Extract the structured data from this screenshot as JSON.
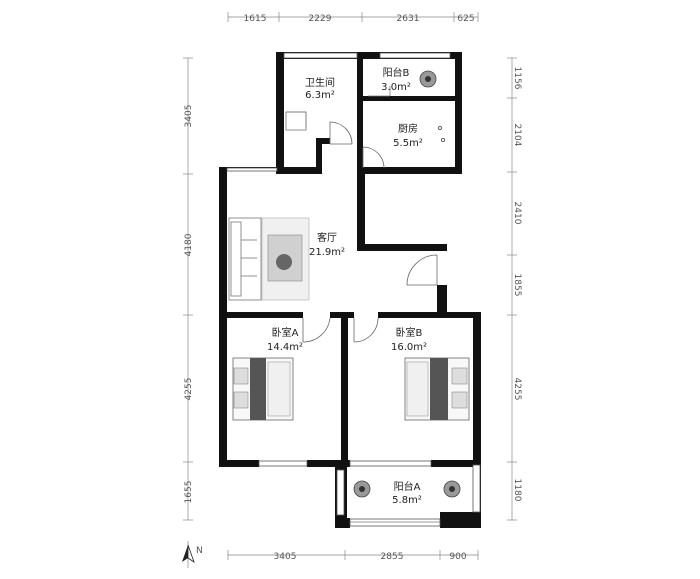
{
  "rooms": {
    "bathroom": {
      "name": "卫生间",
      "area": "6.3m²"
    },
    "balcony_b": {
      "name": "阳台B",
      "area": "3.0m²"
    },
    "kitchen": {
      "name": "厨房",
      "area": "5.5m²"
    },
    "living": {
      "name": "客厅",
      "area": "21.9m²"
    },
    "bedroom_a": {
      "name": "卧室A",
      "area": "14.4m²"
    },
    "bedroom_b": {
      "name": "卧室B",
      "area": "16.0m²"
    },
    "balcony_a": {
      "name": "阳台A",
      "area": "5.8m²"
    }
  },
  "dimensions": {
    "top": [
      "1615",
      "2229",
      "2631",
      "625"
    ],
    "bottom": [
      "3405",
      "2855",
      "900"
    ],
    "left": [
      "3405",
      "4180",
      "4255",
      "1655"
    ],
    "right": [
      "1156",
      "2104",
      "2410",
      "1855",
      "4255",
      "1180"
    ]
  },
  "compass": {
    "label": "N"
  }
}
